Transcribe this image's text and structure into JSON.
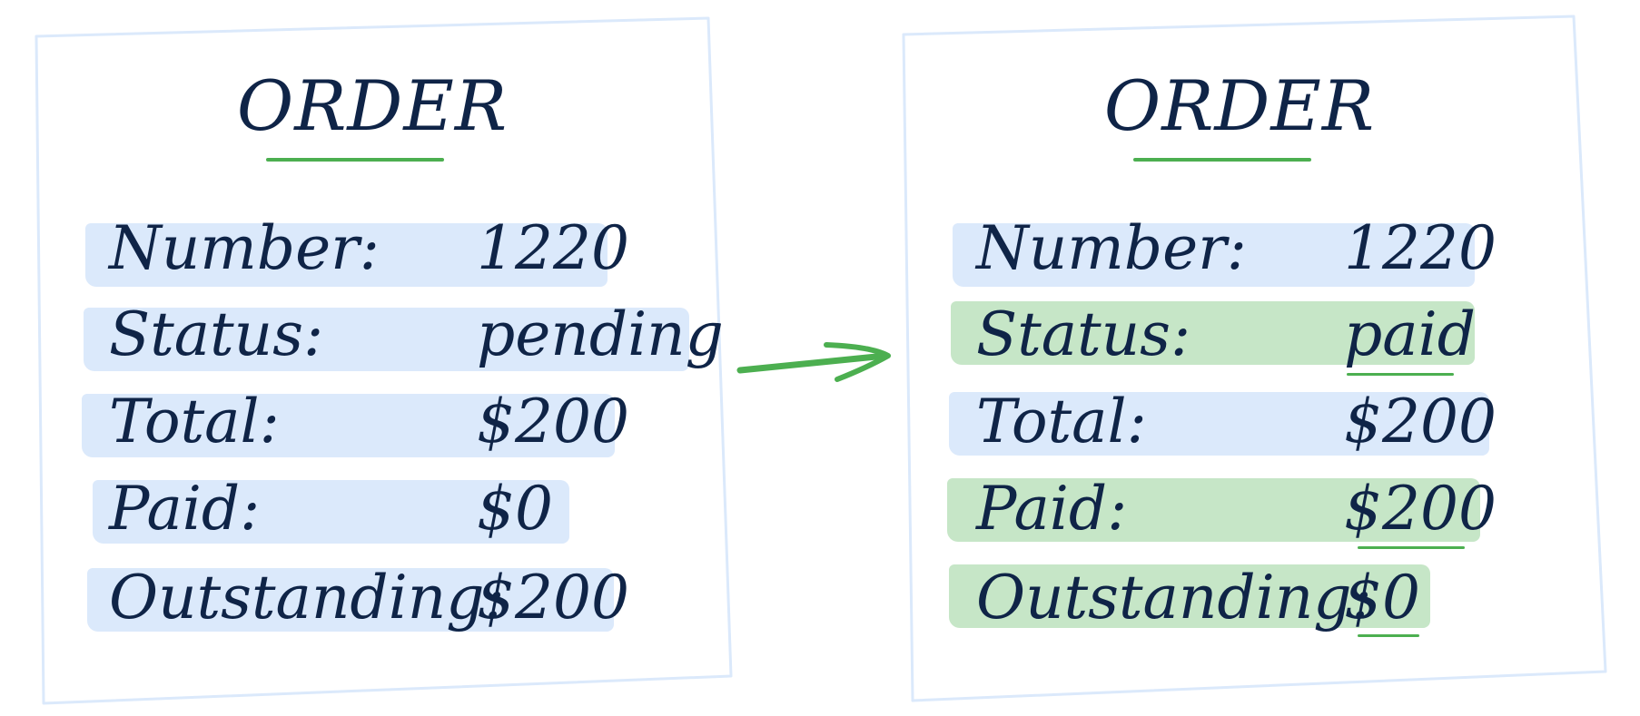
{
  "colors": {
    "ink": "#0f2447",
    "row_blue": "#dbe9fb",
    "row_green": "#c6e6c7",
    "accent_green": "#4caf50",
    "frame": "#dbe9fb"
  },
  "before": {
    "title": "ORDER",
    "rows": [
      {
        "label": "Number:",
        "value": "1220",
        "highlight": "blue"
      },
      {
        "label": "Status:",
        "value": "pending",
        "highlight": "blue"
      },
      {
        "label": "Total:",
        "value": "$200",
        "highlight": "blue"
      },
      {
        "label": "Paid:",
        "value": "$0",
        "highlight": "blue"
      },
      {
        "label": "Outstanding:",
        "value": "$200",
        "highlight": "blue"
      }
    ]
  },
  "arrow": {
    "icon": "right-arrow-icon"
  },
  "after": {
    "title": "ORDER",
    "rows": [
      {
        "label": "Number:",
        "value": "1220",
        "highlight": "blue"
      },
      {
        "label": "Status:",
        "value": "paid",
        "highlight": "green",
        "changed": true
      },
      {
        "label": "Total:",
        "value": "$200",
        "highlight": "blue"
      },
      {
        "label": "Paid:",
        "value": "$200",
        "highlight": "green",
        "changed": true
      },
      {
        "label": "Outstanding:",
        "value": "$0",
        "highlight": "green",
        "changed": true
      }
    ]
  }
}
